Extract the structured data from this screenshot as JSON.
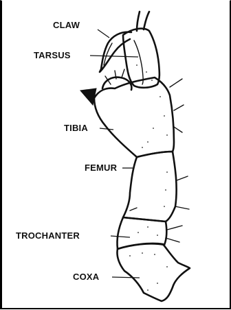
{
  "diagram": {
    "labels": {
      "claw": "CLAW",
      "tarsus": "TARSUS",
      "tibia": "TIBIA",
      "femur": "FEMUR",
      "trochanter": "TROCHANTER",
      "coxa": "COXA"
    }
  }
}
